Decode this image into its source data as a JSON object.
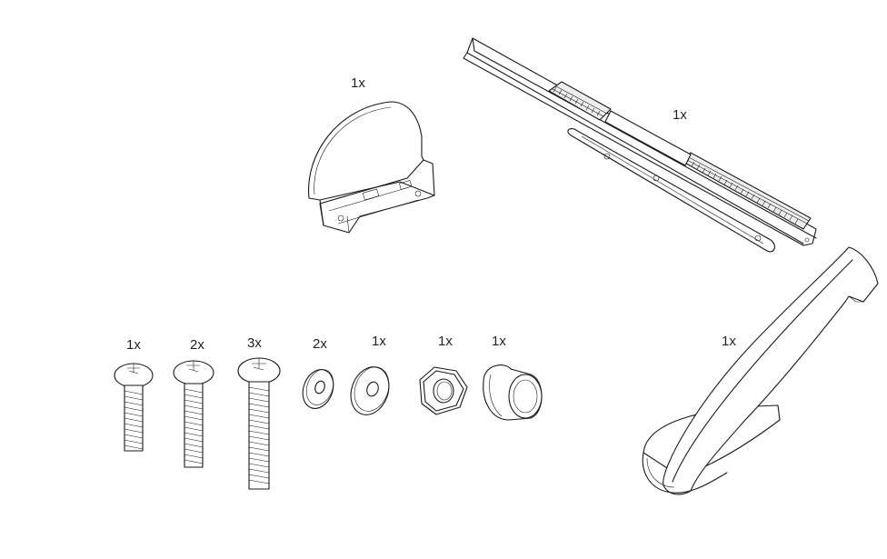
{
  "parts": {
    "bracket": {
      "quantity": "1x"
    },
    "ruler": {
      "quantity": "1x"
    },
    "screw_small": {
      "quantity": "1x"
    },
    "screw_medium": {
      "quantity": "2x"
    },
    "screw_long": {
      "quantity": "3x"
    },
    "washer_small": {
      "quantity": "2x"
    },
    "washer_large": {
      "quantity": "1x"
    },
    "hex_nut": {
      "quantity": "1x"
    },
    "bushing": {
      "quantity": "1x"
    },
    "stand_arm": {
      "quantity": "1x"
    }
  },
  "icons": [
    "bracket-icon",
    "ruler-icon",
    "screw-icon",
    "washer-icon",
    "hex-nut-icon",
    "bushing-icon",
    "stand-arm-icon"
  ]
}
